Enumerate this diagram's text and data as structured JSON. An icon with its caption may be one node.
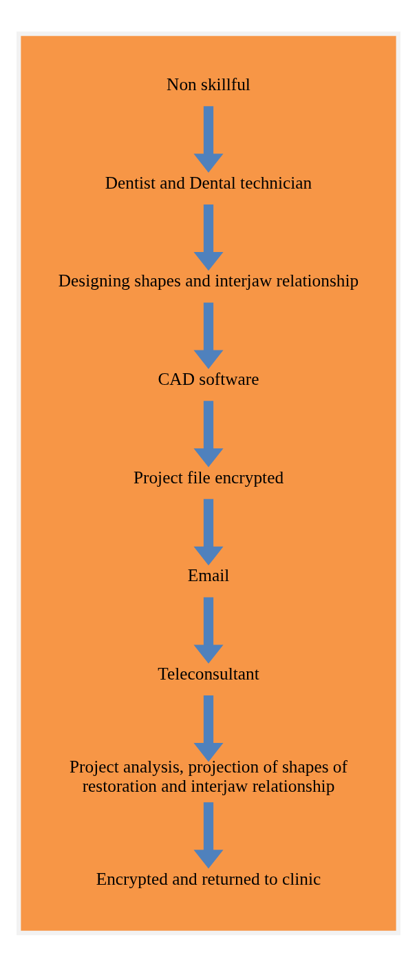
{
  "diagram": {
    "nodes": [
      {
        "text": [],
        "shape": "box"
      },
      {
        "text": [
          "Non skillful"
        ],
        "in": 0
      },
      {
        "text": [
          "Dentist and Dental technician"
        ],
        "in": 0
      },
      {
        "text": [
          "Designing shapes and interjaw relationship"
        ],
        "in": 0
      },
      {
        "text": [
          "CAD software"
        ],
        "in": 0
      },
      {
        "text": [
          "Project file encrypted"
        ],
        "in": 0
      },
      {
        "text": [
          "Email"
        ],
        "in": 0
      },
      {
        "text": [
          "Teleconsultant"
        ],
        "in": 0
      },
      {
        "text": [
          "Project analysis, projection of shapes of restoration and interjaw relationship"
        ],
        "in": 0
      },
      {
        "text": [
          "Encrypted and returned to clinic"
        ],
        "in": 0
      }
    ],
    "edges": [
      {
        "from": 1,
        "to": 2,
        "arrow": "to"
      },
      {
        "from": 2,
        "to": 3,
        "arrow": "to"
      },
      {
        "from": 3,
        "to": 4,
        "arrow": "to"
      },
      {
        "from": 4,
        "to": 5,
        "arrow": "to"
      },
      {
        "from": 5,
        "to": 6,
        "arrow": "to"
      },
      {
        "from": 6,
        "to": 7,
        "arrow": "to"
      },
      {
        "from": 7,
        "to": 8,
        "arrow": "to"
      },
      {
        "from": 8,
        "to": 9,
        "arrow": "to"
      }
    ]
  }
}
